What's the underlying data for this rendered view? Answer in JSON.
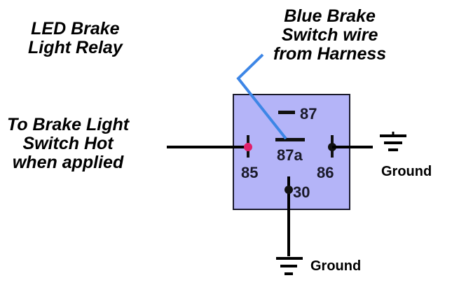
{
  "title": {
    "line1": "LED Brake",
    "line2": "Light Relay"
  },
  "blue_wire_label": {
    "line1": "Blue Brake",
    "line2": "Switch wire",
    "line3": "from Harness"
  },
  "input_label": {
    "line1": "To Brake Light",
    "line2": "Switch Hot",
    "line3": "when applied"
  },
  "ground_right_label": "Ground",
  "ground_bottom_label": "Ground",
  "relay": {
    "fill_color": "#b4b4f8",
    "pins": {
      "p87": "87",
      "p87a": "87a",
      "p85": "85",
      "p86": "86",
      "p30": "30"
    }
  },
  "colors": {
    "blue_wire": "#3d86e6",
    "hot_pin": "#e0206a",
    "wire": "#000000"
  }
}
